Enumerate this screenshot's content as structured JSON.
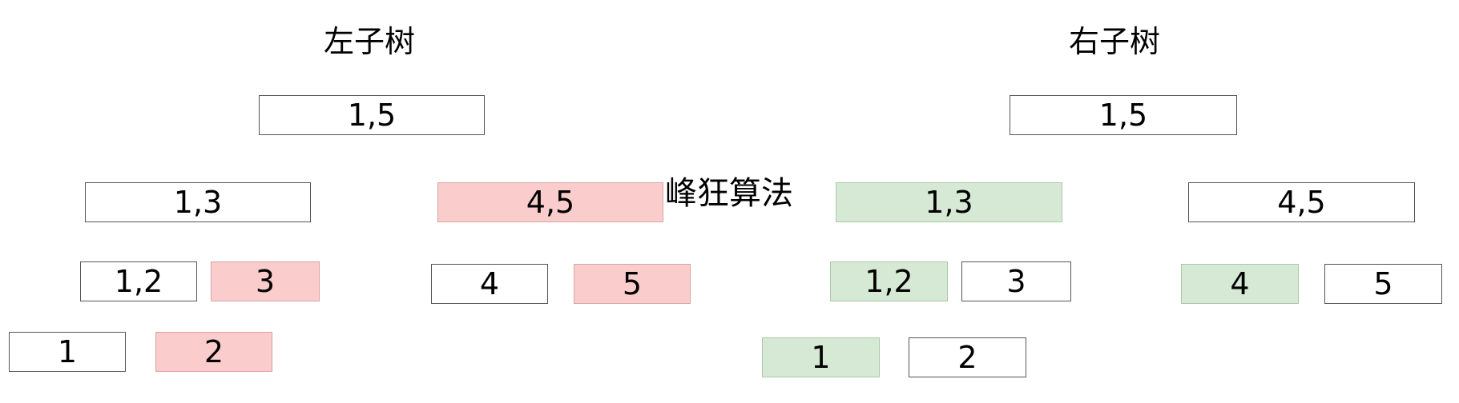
{
  "titles": {
    "left": "左子树",
    "right": "右子树"
  },
  "watermark": "峰狂算法",
  "colors": {
    "red_fill": "#fbcccc",
    "green_fill": "#d6e9d4",
    "white_fill": "#ffffff",
    "border": "#555555"
  },
  "left_tree": {
    "root": {
      "label": "1,5",
      "highlight": "none"
    },
    "n13": {
      "label": "1,3",
      "highlight": "none"
    },
    "n45": {
      "label": "4,5",
      "highlight": "red"
    },
    "n12": {
      "label": "1,2",
      "highlight": "none"
    },
    "n3": {
      "label": "3",
      "highlight": "red"
    },
    "n4": {
      "label": "4",
      "highlight": "none"
    },
    "n5": {
      "label": "5",
      "highlight": "red"
    },
    "n1": {
      "label": "1",
      "highlight": "none"
    },
    "n2": {
      "label": "2",
      "highlight": "red"
    }
  },
  "right_tree": {
    "root": {
      "label": "1,5",
      "highlight": "none"
    },
    "n13": {
      "label": "1,3",
      "highlight": "green"
    },
    "n45": {
      "label": "4,5",
      "highlight": "none"
    },
    "n12": {
      "label": "1,2",
      "highlight": "green"
    },
    "n3": {
      "label": "3",
      "highlight": "none"
    },
    "n4": {
      "label": "4",
      "highlight": "green"
    },
    "n5": {
      "label": "5",
      "highlight": "none"
    },
    "n1": {
      "label": "1",
      "highlight": "green"
    },
    "n2": {
      "label": "2",
      "highlight": "none"
    }
  }
}
